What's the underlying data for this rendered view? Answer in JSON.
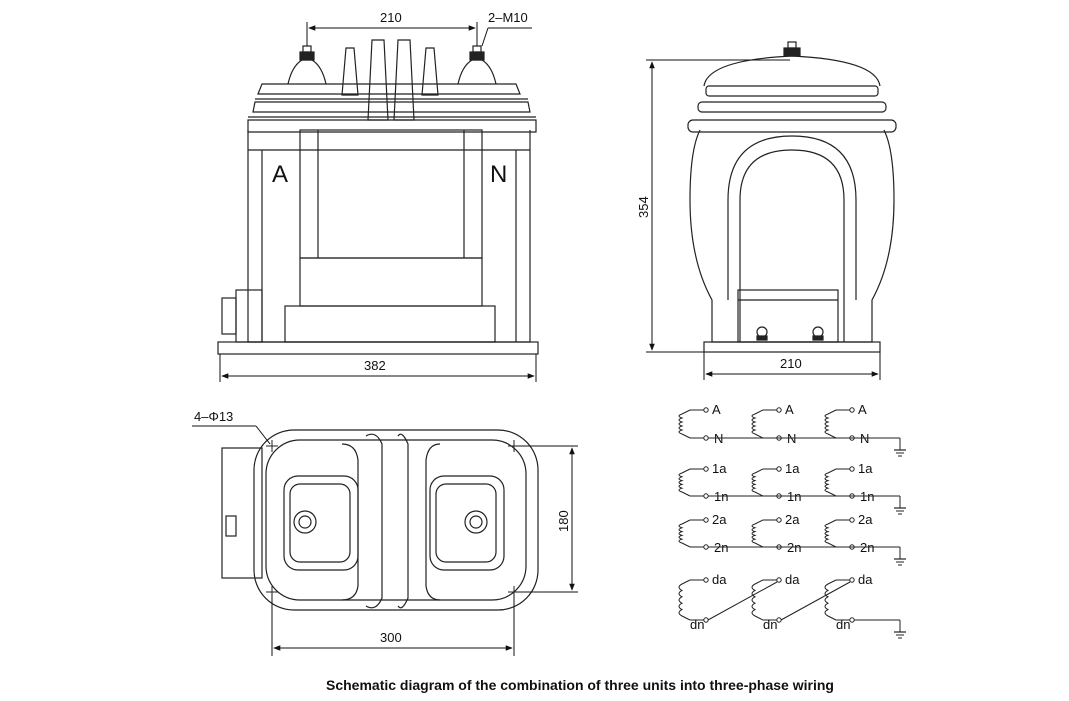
{
  "dimensions": {
    "front_top_spacing": "210",
    "front_bolt_spec": "2–M10",
    "front_width": "382",
    "side_height": "354",
    "side_width": "210",
    "bottom_hole_spec": "4–Φ13",
    "bottom_hole_depth": "180",
    "bottom_hole_spacing": "300"
  },
  "front_labels": {
    "left": "A",
    "right": "N"
  },
  "wiring": {
    "rows": [
      {
        "top": "A",
        "bottom": "N"
      },
      {
        "top": "1a",
        "bottom": "1n"
      },
      {
        "top": "2a",
        "bottom": "2n"
      },
      {
        "top": "da",
        "bottom": "dn"
      }
    ]
  },
  "caption": "Schematic diagram of the combination of three units into three-phase wiring"
}
